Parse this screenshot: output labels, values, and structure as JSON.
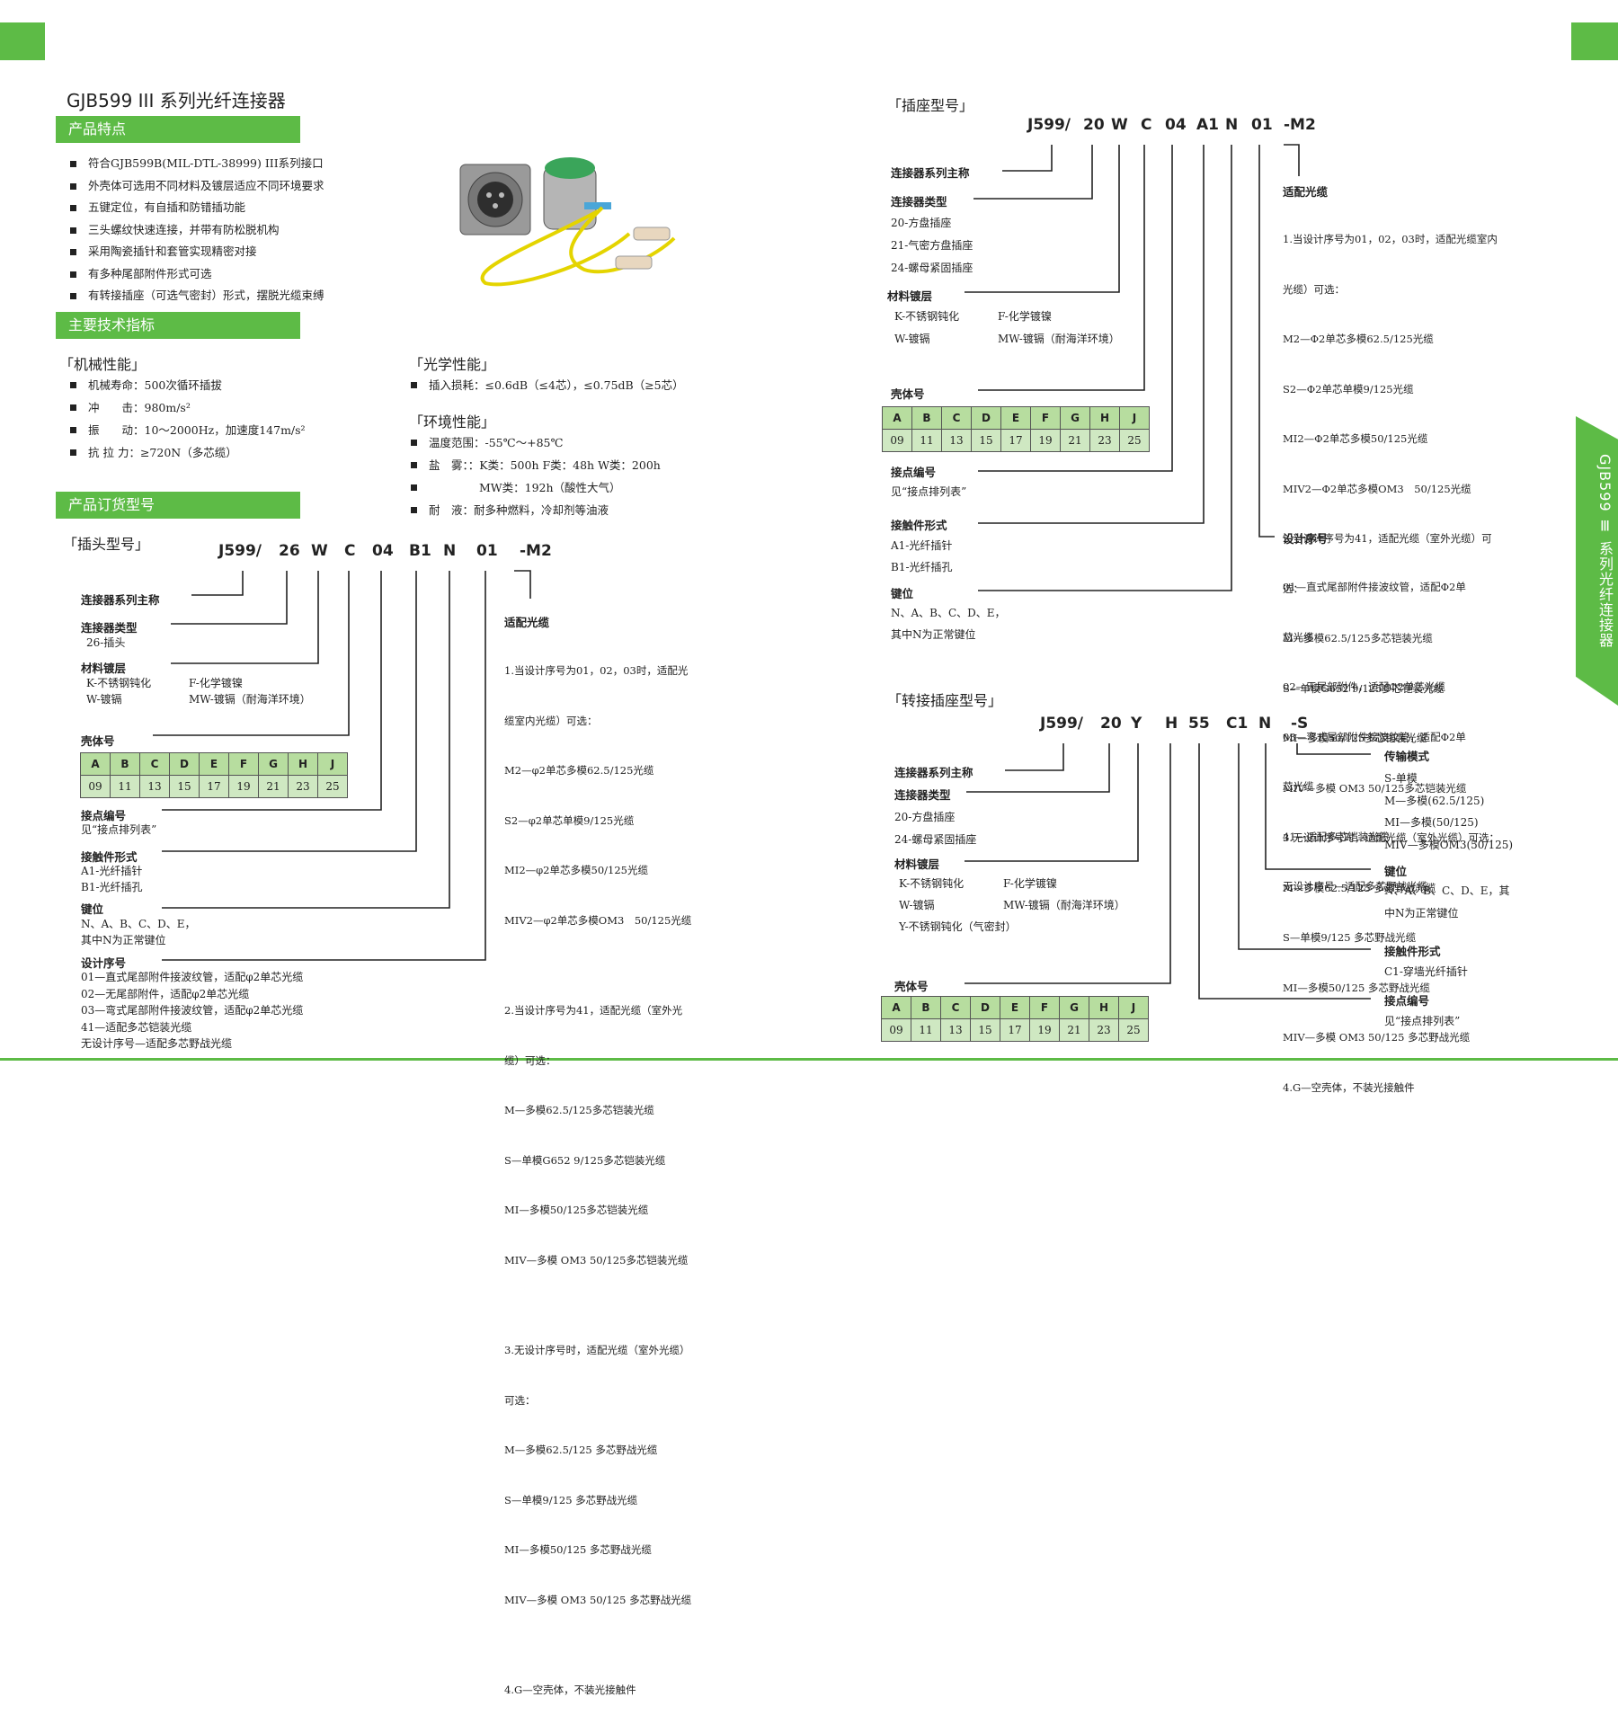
{
  "left": {
    "title": "GJB599 III 系列光纤连接器",
    "features_heading": "产品特点",
    "features": [
      "符合GJB599B(MIL-DTL-38999) III系列接口",
      "外壳体可选用不同材料及镀层适应不同环境要求",
      "五键定位，有自插和防错插功能",
      "三头螺纹快速连接，并带有防松脱机构",
      "采用陶瓷插针和套管实现精密对接",
      "有多种尾部附件形式可选",
      "有转接插座（可选气密封）形式，摆脱光缆束缚"
    ],
    "specs_heading": "主要技术指标",
    "mech": {
      "title": "「机械性能」",
      "items": [
        "机械寿命：500次循环插拔",
        "冲　　击：980m/s²",
        "振　　动：10～2000Hz，加速度147m/s²",
        "抗 拉 力：≥720N（多芯缆）"
      ]
    },
    "optical": {
      "title": "「光学性能」",
      "items": [
        "插入损耗：≤0.6dB（≤4芯），≤0.75dB（≥5芯）"
      ]
    },
    "env": {
      "title": "「环境性能」",
      "items": [
        "温度范围：-55℃～+85℃",
        "盐　雾：：K类：500h F类：48h  W类：200h",
        "耐　液：耐多种燃料，冷却剂等油液"
      ],
      "salt_extra": "MW类：192h（酸性大气）"
    },
    "order_heading": "产品订货型号",
    "plug": {
      "title": "「插头型号」",
      "code": [
        "J599/",
        "26",
        "W",
        "C",
        "04",
        "B1",
        "N",
        "01",
        "-M2"
      ],
      "series_label": "连接器系列主称",
      "type_label": "连接器类型",
      "type_text": "26-插头",
      "mat_label": "材料镀层",
      "mat_k": "K-不锈钢钝化",
      "mat_f": "F-化学镀镍",
      "mat_w": "W-镀镉",
      "mat_mw": "MW-镀镉（耐海洋环境）",
      "shell_label": "壳体号",
      "contact_label": "接点编号",
      "contact_text": "见“接点排列表”",
      "form_label": "接触件形式",
      "form_a1": "A1-光纤插针",
      "form_b1": "B1-光纤插孔",
      "key_label": "键位",
      "key_text1": "N、A、B、C、D、E，",
      "key_text2": "其中N为正常键位",
      "design_label": "设计序号",
      "design": [
        "01—直式尾部附件接波纹管，适配φ2单芯光缆",
        "02—无尾部附件，适配φ2单芯光缆",
        "03—弯式尾部附件接波纹管，适配φ2单芯光缆",
        "41—适配多芯铠装光缆",
        "无设计序号—适配多芯野战光缆"
      ],
      "fiber_label": "适配光缆",
      "fiber": [
        "1.当设计序号为01，02，03时，适配光",
        "缆室内光缆）可选：",
        "M2—φ2单芯多模62.5/125光缆",
        "S2—φ2单芯单模9/125光缆",
        "MI2—φ2单芯多模50/125光缆",
        "MIV2—φ2单芯多模OM3　50/125光缆",
        "",
        "2.当设计序号为41，适配光缆（室外光",
        "缆）可选：",
        "M—多模62.5/125多芯铠装光缆",
        "S—单模G652 9/125多芯铠装光缆",
        "MI—多模50/125多芯铠装光缆",
        "MIV—多模 OM3 50/125多芯铠装光缆",
        "",
        "3.无设计序号时，适配光缆（室外光缆）",
        "可选：",
        "M—多模62.5/125 多芯野战光缆",
        "S—单模9/125 多芯野战光缆",
        "MI—多模50/125 多芯野战光缆",
        "MIV—多模 OM3 50/125 多芯野战光缆",
        "",
        "4.G—空壳体，不装光接触件"
      ]
    }
  },
  "shell_table": {
    "letters": [
      "A",
      "B",
      "C",
      "D",
      "E",
      "F",
      "G",
      "H",
      "J"
    ],
    "numbers": [
      "09",
      "11",
      "13",
      "15",
      "17",
      "19",
      "21",
      "23",
      "25"
    ]
  },
  "right": {
    "receptacle": {
      "title": "「插座型号」",
      "code": [
        "J599/",
        "20",
        "W",
        "C",
        "04",
        "A1",
        "N",
        "01",
        "-M2"
      ],
      "series_label": "连接器系列主称",
      "type_label": "连接器类型",
      "type_items": [
        "20-方盘插座",
        "21-气密方盘插座",
        "24-螺母紧固插座"
      ],
      "mat_label": "材料镀层",
      "mat_k": "K-不锈钢钝化",
      "mat_f": "F-化学镀镍",
      "mat_w": "W-镀镉",
      "mat_mw": "MW-镀镉（耐海洋环境）",
      "shell_label": "壳体号",
      "contact_label": "接点编号",
      "contact_text": "见“接点排列表”",
      "form_label": "接触件形式",
      "form_a1": "A1-光纤插针",
      "form_b1": "B1-光纤插孔",
      "key_label": "键位",
      "key_text1": "N、A、B、C、D、E，",
      "key_text2": "其中N为正常键位",
      "fiber_label": "适配光缆",
      "fiber": [
        "1.当设计序号为01，02，03时，适配光缆室内",
        "光缆）可选：",
        "M2—Φ2单芯多模62.5/125光缆",
        "S2—Φ2单芯单模9/125光缆",
        "MI2—Φ2单芯多模50/125光缆",
        "MIV2—Φ2单芯多模OM3　50/125光缆",
        "2.当设计序号为41，适配光缆（室外光缆）可",
        "选：",
        "M—多模62.5/125多芯铠装光缆",
        "S—单模G652 9/125多芯铠装光缆",
        "MI—多模50/125多芯铠装光缆",
        "MIV—多模 OM3 50/125多芯铠装光缆",
        "3.无设计序号时，适配光缆（室外光缆）可选：",
        "M—多模62.5/125 多芯野战光缆",
        "S—单模9/125 多芯野战光缆",
        "MI—多模50/125 多芯野战光缆",
        "MIV—多模 OM3 50/125 多芯野战光缆",
        "4.G—空壳体，不装光接触件"
      ],
      "design_label": "设计序号",
      "design": [
        "01—直式尾部附件接波纹管，适配Φ2单",
        "芯光缆",
        "02—无尾部附件，适配Φ2单芯光缆",
        "03—弯式尾部附件接波纹管，适配Φ2单",
        "芯光缆",
        "41—适配多芯铠装光缆",
        "无设计序号—适配多芯野战光缆"
      ]
    },
    "adapter": {
      "title": "「转接插座型号」",
      "code": [
        "J599/",
        "20",
        "Y",
        "H",
        "55",
        "C1",
        "N",
        "-S"
      ],
      "series_label": "连接器系列主称",
      "type_label": "连接器类型",
      "type_items": [
        "20-方盘插座",
        "24-螺母紧固插座"
      ],
      "mat_label": "材料镀层",
      "mat_k": "K-不锈钢钝化",
      "mat_f": "F-化学镀镍",
      "mat_w": "W-镀镉",
      "mat_mw": "MW-镀镉（耐海洋环境）",
      "mat_y": "Y-不锈钢钝化（气密封）",
      "shell_label": "壳体号",
      "mode_label": "传输模式",
      "mode_items": [
        "S-单模",
        "M—多模(62.5/125)",
        "MI—多模(50/125)",
        "MIV—多模OM3(50/125)"
      ],
      "key_label": "键位",
      "key_text1": "N、A、B、C、D、E，其",
      "key_text2": "中N为正常键位",
      "form_label": "接触件形式",
      "form_text": "C1-穿墙光纤插针",
      "contact_label": "接点编号",
      "contact_text": "见“接点排列表”"
    },
    "side_tab": "GJB599 Ⅲ 系列光纤连接器"
  },
  "colors": {
    "accent": "#5dbb46",
    "table_fill": "#cfe8c2"
  }
}
